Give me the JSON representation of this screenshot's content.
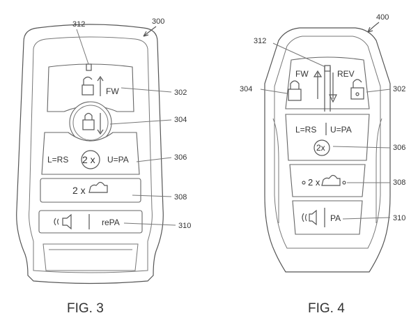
{
  "figures": [
    {
      "caption": "FIG. 3",
      "ref_device": "300",
      "ref_indicator": "312",
      "ref_lock": "304",
      "ref_unlock": "302",
      "ref_row3": "306",
      "ref_row4": "308",
      "ref_row5": "310",
      "unlock_label": "FW",
      "row3_left": "L=RS",
      "row3_center": "2 x",
      "row3_right": "U=PA",
      "row4_label": "2 x",
      "row5_label": "rePA"
    },
    {
      "caption": "FIG. 4",
      "ref_device": "400",
      "ref_indicator": "312",
      "ref_lock": "304",
      "ref_unlock": "302",
      "ref_row3": "306",
      "ref_row4": "308",
      "ref_row5": "310",
      "fw_label": "FW",
      "rev_label": "REV",
      "row3_left": "L=RS",
      "row3_right": "U=PA",
      "row3_center": "2x",
      "row4_label": "2 x",
      "row5_label": "PA"
    }
  ],
  "icons": [
    "lock-icon",
    "unlock-icon",
    "up-arrow-icon",
    "down-arrow-icon",
    "car-icon",
    "horn-icon"
  ]
}
